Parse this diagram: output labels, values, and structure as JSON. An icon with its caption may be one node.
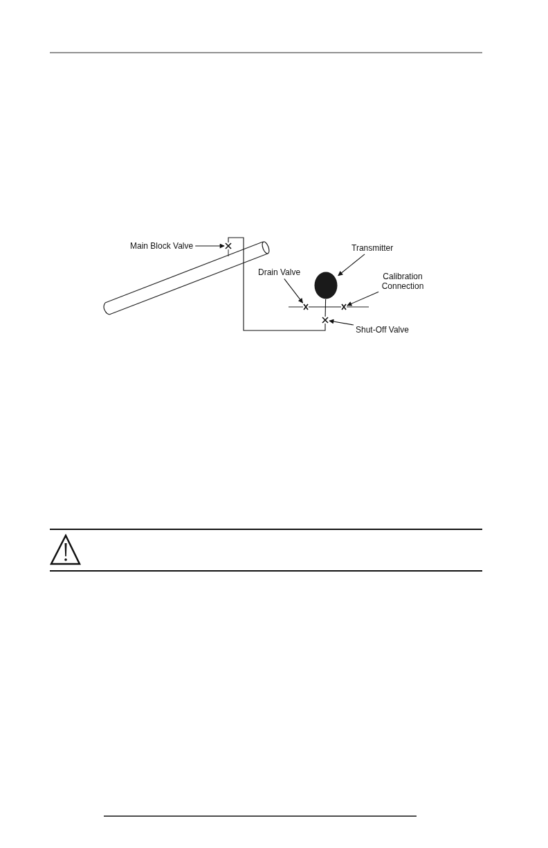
{
  "diagram": {
    "nodes": [
      {
        "text": [
          "Main Block Valve"
        ]
      },
      {
        "text": [],
        "shape": "cross"
      },
      {
        "text": [
          "Transmitter"
        ]
      },
      {
        "text": [],
        "shape": "circle"
      },
      {
        "text": [
          "Drain Valve"
        ]
      },
      {
        "text": [],
        "shape": "cross"
      },
      {
        "text": [
          "Calibration Connection"
        ]
      },
      {
        "text": [],
        "shape": "cross"
      },
      {
        "text": [
          "Shut-Off Valve"
        ]
      },
      {
        "text": [],
        "shape": "cross"
      }
    ],
    "edges": [
      {
        "from": 0,
        "to": 1,
        "arrow": "to"
      },
      {
        "from": 2,
        "to": 3,
        "arrow": "to"
      },
      {
        "from": 4,
        "to": 5,
        "arrow": "to"
      },
      {
        "from": 6,
        "to": 7,
        "arrow": "to"
      },
      {
        "from": 8,
        "to": 9,
        "arrow": "to"
      },
      {
        "from": 1,
        "to": 9,
        "arrow": "none"
      },
      {
        "from": 9,
        "to": 3,
        "arrow": "none"
      },
      {
        "from": 5,
        "to": 7,
        "arrow": "none"
      }
    ]
  }
}
